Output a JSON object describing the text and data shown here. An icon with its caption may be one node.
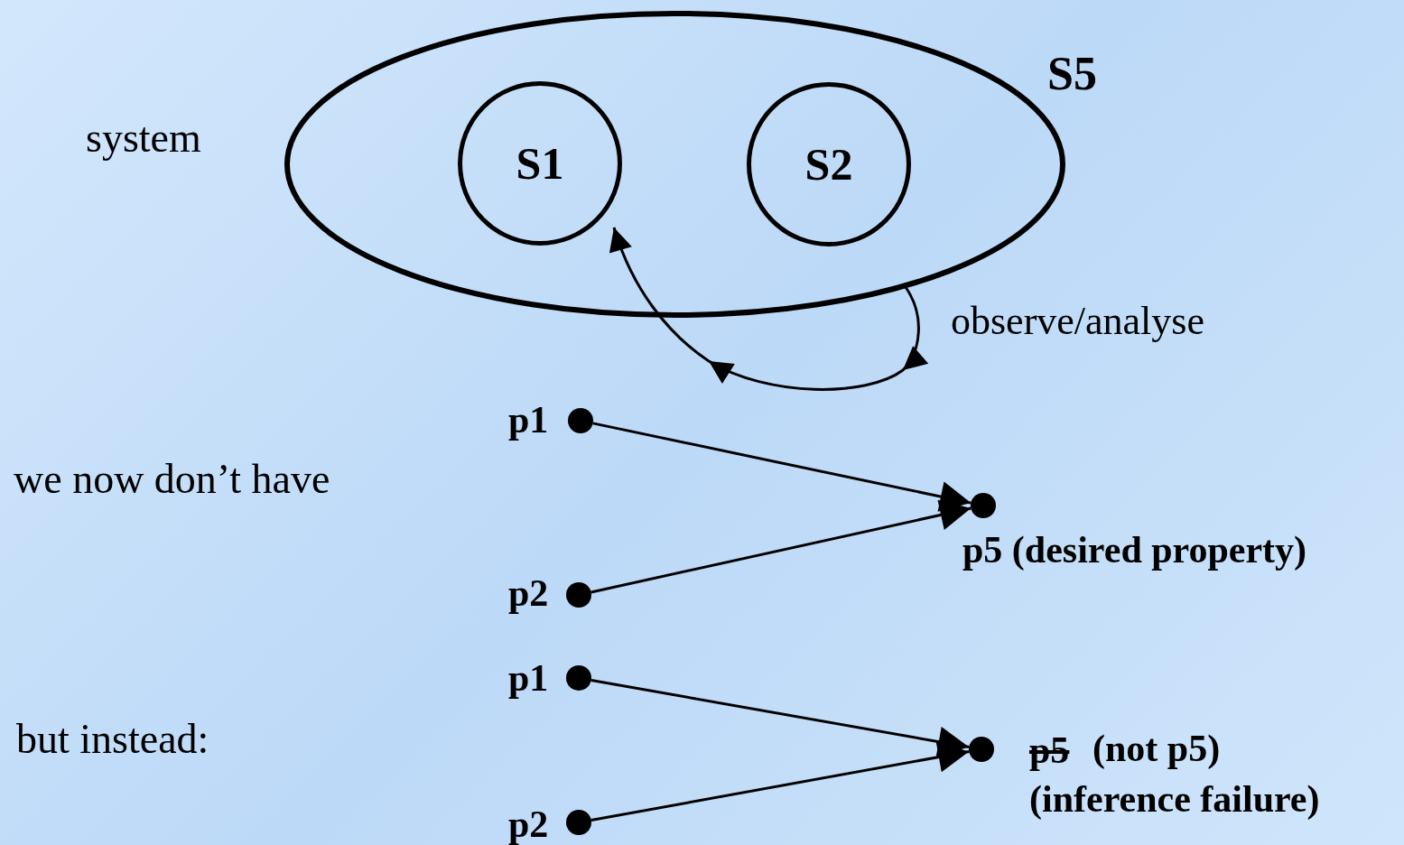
{
  "diagram": {
    "nodes": [
      {
        "text": [
          "S5"
        ]
      },
      {
        "text": [
          "S1"
        ],
        "in": 0
      },
      {
        "text": [
          "S2"
        ],
        "in": 0
      },
      {
        "text": [],
        "shape": "circle",
        "beside": [
          "p1"
        ]
      },
      {
        "text": [],
        "shape": "circle",
        "beside": [
          "p5 (desired property)"
        ]
      },
      {
        "text": [],
        "shape": "circle",
        "beside": [
          "p2"
        ]
      },
      {
        "text": [],
        "shape": "circle",
        "beside": [
          "p1"
        ]
      },
      {
        "text": [],
        "shape": "circle",
        "beside": [
          "p5",
          "(not p5) (inference failure)"
        ]
      },
      {
        "text": [],
        "shape": "circle",
        "beside": [
          "p2"
        ]
      }
    ],
    "edges": [
      {
        "from": 0,
        "to": 1,
        "arrow": "to",
        "label": "observe/analyse"
      },
      {
        "from": 3,
        "to": 4,
        "arrow": "to"
      },
      {
        "from": 5,
        "to": 4,
        "arrow": "to"
      },
      {
        "from": 6,
        "to": 7,
        "arrow": "to"
      },
      {
        "from": 8,
        "to": 7,
        "arrow": "to"
      }
    ],
    "labels": [
      "system",
      "we now don’t have",
      "but instead:"
    ]
  }
}
